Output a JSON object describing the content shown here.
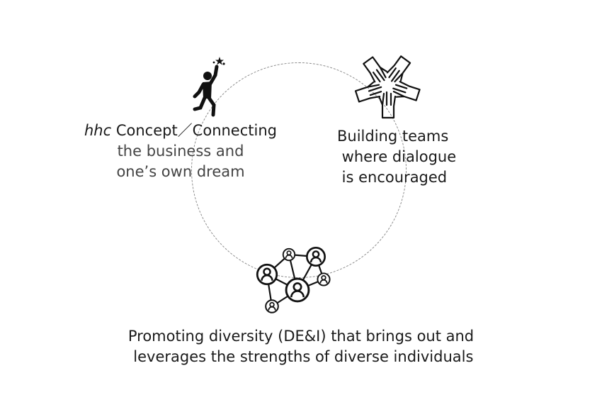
{
  "concept": {
    "brand": "hhc",
    "line1_rest": " Concept／Connecting",
    "line2": "the business and",
    "line3": "one’s own dream",
    "icon": "reaching-for-star-icon"
  },
  "teams": {
    "line1": "Building teams",
    "line2": " where dialogue",
    "line3": " is encouraged",
    "icon": "hands-together-icon"
  },
  "diversity": {
    "line1": "Promoting diversity (DE&I) that brings out and",
    "line2": " leverages the strengths of diverse individuals",
    "icon": "people-network-icon"
  }
}
